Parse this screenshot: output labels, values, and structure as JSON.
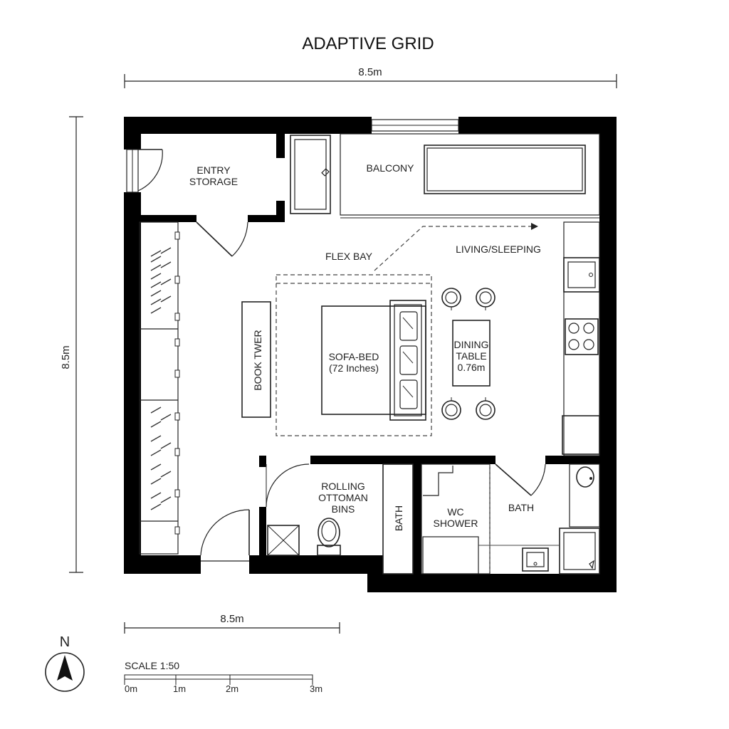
{
  "title": "ADAPTIVE GRID",
  "dimensions": {
    "top_width": "8.5m",
    "left_height": "8.5m",
    "bottom_width": "8.5m"
  },
  "rooms": {
    "entry_storage_line1": "ENTRY",
    "entry_storage_line2": "STORAGE",
    "balcony": "BALCONY",
    "flex_bay": "FLEX BAY",
    "living_sleeping": "LIVING/SLEEPING",
    "book_tower": "BOOK TWER",
    "sofa_bed_line1": "SOFA-BED",
    "sofa_bed_line2": "(72 Inches)",
    "dining_line1": "DINING",
    "dining_line2": "TABLE",
    "dining_line3": "0.76m",
    "ottoman_line1": "ROLLING",
    "ottoman_line2": "OTTOMAN",
    "ottoman_line3": "BINS",
    "bath_vertical": "BATH",
    "wc_line1": "WC",
    "wc_line2": "SHOWER",
    "bath": "BATH"
  },
  "legend": {
    "north": "N",
    "north_icon": "north-arrow-icon",
    "scale_title": "SCALE 1:50",
    "scale_ticks": [
      "0m",
      "1m",
      "2m",
      "3m"
    ]
  }
}
